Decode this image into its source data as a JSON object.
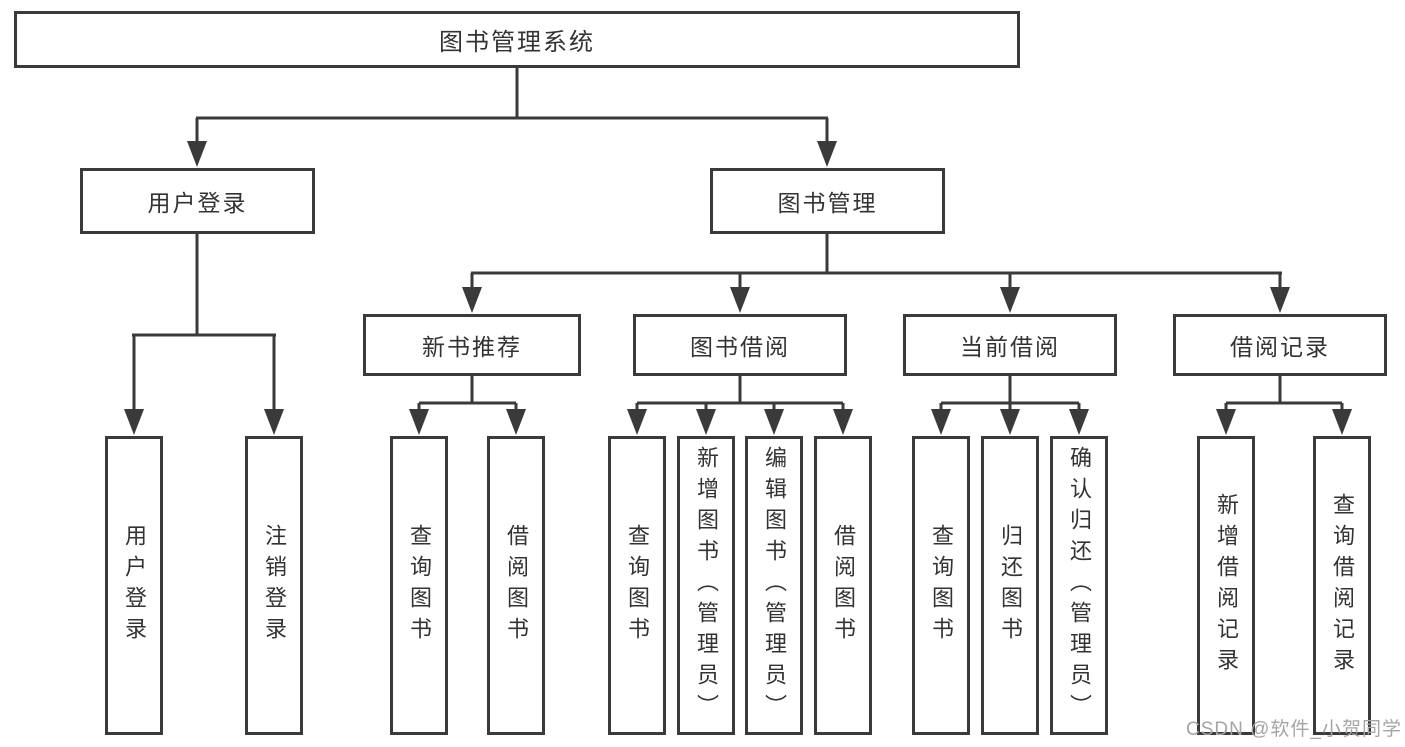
{
  "diagram": {
    "root": {
      "label": "图书管理系统"
    },
    "branches": [
      {
        "label": "用户登录",
        "children": [
          {
            "label": "用户登录"
          },
          {
            "label": "注销登录"
          }
        ]
      },
      {
        "label": "图书管理",
        "children": [
          {
            "label": "新书推荐",
            "children": [
              {
                "label": "查询图书"
              },
              {
                "label": "借阅图书"
              }
            ]
          },
          {
            "label": "图书借阅",
            "children": [
              {
                "label": "查询图书"
              },
              {
                "label": "新增图书（管理员）"
              },
              {
                "label": "编辑图书（管理员）"
              },
              {
                "label": "借阅图书"
              }
            ]
          },
          {
            "label": "当前借阅",
            "children": [
              {
                "label": "查询图书"
              },
              {
                "label": "归还图书"
              },
              {
                "label": "确认归还（管理员）"
              }
            ]
          },
          {
            "label": "借阅记录",
            "children": [
              {
                "label": "新增借阅记录"
              },
              {
                "label": "查询借阅记录"
              }
            ]
          }
        ]
      }
    ]
  },
  "watermark": {
    "text": "CSDN @软件_小贺同学"
  },
  "colors": {
    "line": "#3a3a3a",
    "box_border": "#3a3a3a",
    "text": "#333333",
    "watermark": "#a5a5a5",
    "background": "#ffffff"
  }
}
